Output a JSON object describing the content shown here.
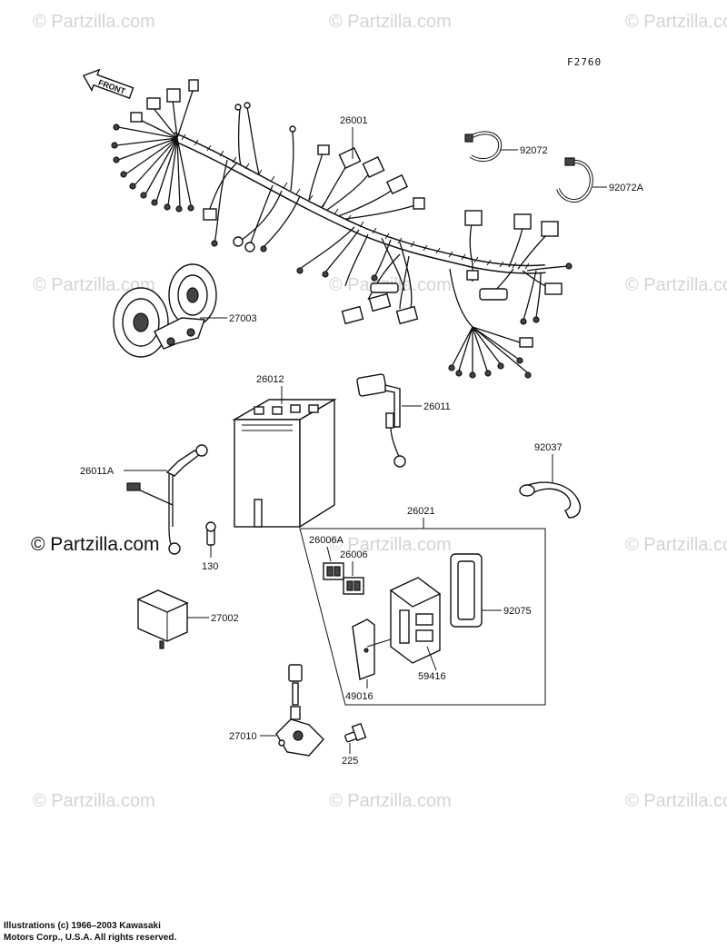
{
  "figure_code": "F2760",
  "front_arrow_label": "FRONT",
  "watermarks": {
    "light": "© Partzilla.com",
    "strong": "© Partzilla.com"
  },
  "copyright": {
    "line1": "Illustrations (c) 1966–2003 Kawasaki",
    "line2": "Motors Corp., U.S.A.  All rights reserved."
  },
  "parts": {
    "p26001": "26001",
    "p92072": "92072",
    "p92072A": "92072A",
    "p27003": "27003",
    "p26012": "26012",
    "p26011": "26011",
    "p92037": "92037",
    "p26011A": "26011A",
    "p26021": "26021",
    "p26006A": "26006A",
    "p26006": "26006",
    "p130": "130",
    "p92075": "92075",
    "p27002": "27002",
    "p59416": "59416",
    "p49016": "49016",
    "p27010": "27010",
    "p225": "225"
  }
}
